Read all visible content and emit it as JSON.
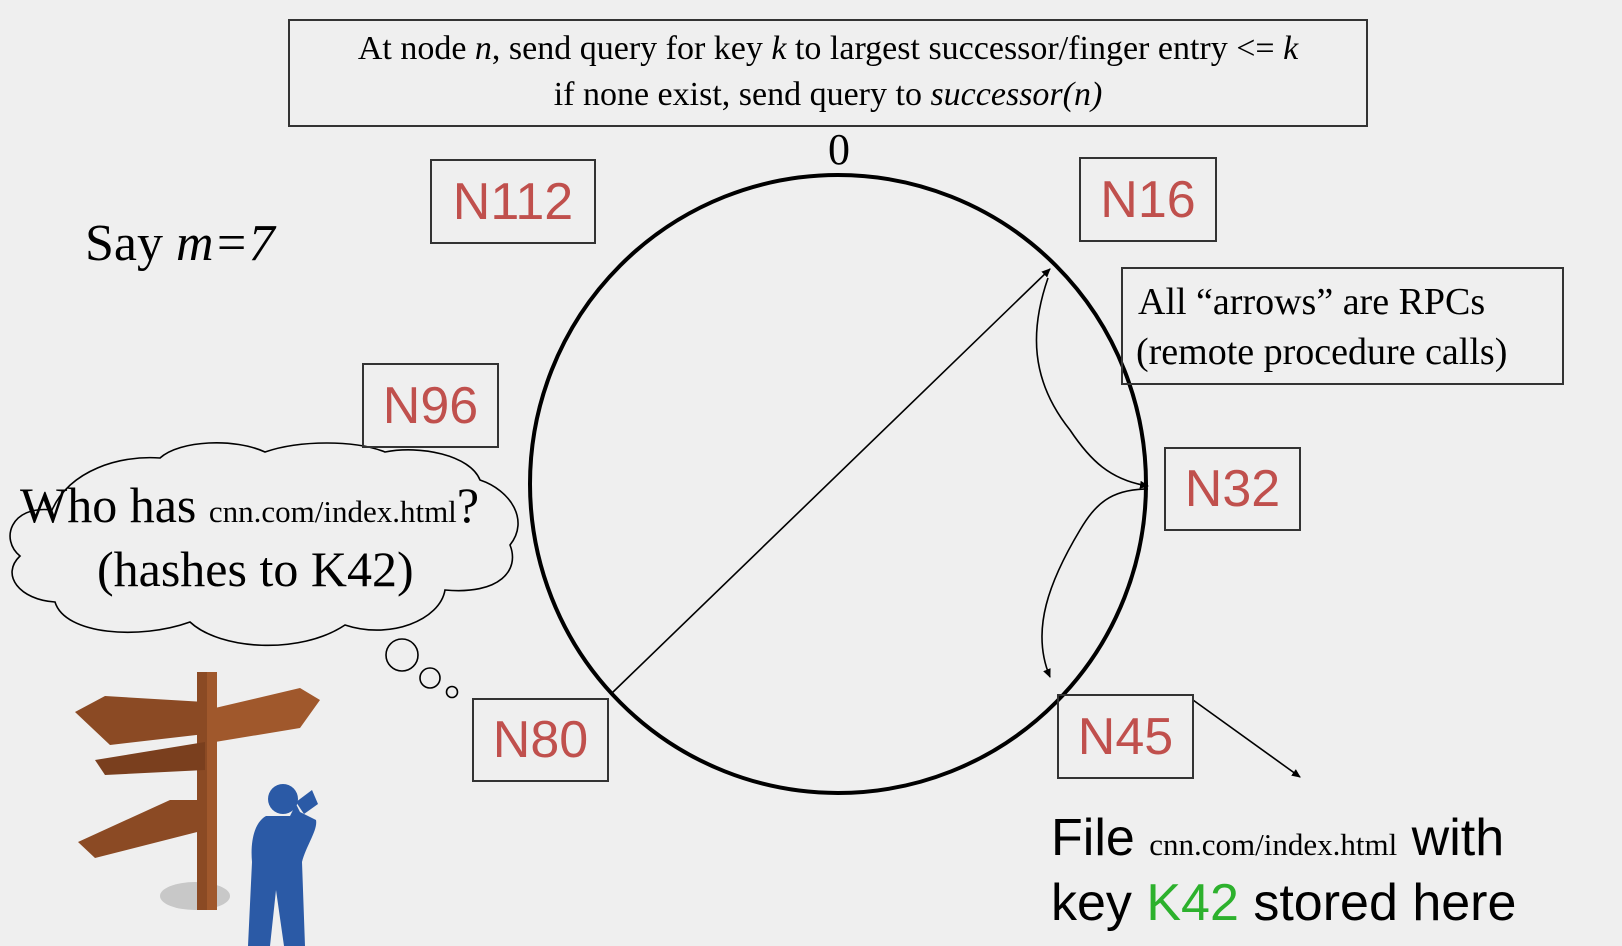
{
  "rule_box": {
    "line1_a": "At node ",
    "line1_n": "n",
    "line1_b": ", send query for key ",
    "line1_k": "k",
    "line1_c": " to largest successor/finger entry <= ",
    "line1_k2": "k",
    "line2_a": "if none exist, send query to ",
    "line2_fn": "successor(n)"
  },
  "ring_zero_label": "0",
  "say_m": {
    "prefix": "Say ",
    "var": "m",
    "suffix": "=7"
  },
  "nodes": {
    "n112": "N112",
    "n16": "N16",
    "n96": "N96",
    "n32": "N32",
    "n80": "N80",
    "n45": "N45"
  },
  "rpc_note": {
    "line1": "All “arrows” are RPCs",
    "line2": "(remote procedure calls)"
  },
  "thought": {
    "who_has": "Who has ",
    "url": "cnn.com/index.html",
    "question": "?",
    "hashes": "(hashes to K42)"
  },
  "file_note": {
    "file": "File ",
    "url": "cnn.com/index.html",
    "with": " with",
    "key": "key ",
    "k42": "K42",
    "stored": " stored here"
  },
  "colors": {
    "node_text": "#c0504d",
    "key_highlight": "#2db12d",
    "signpost": "#8b4a24",
    "person": "#2b5aa6"
  }
}
